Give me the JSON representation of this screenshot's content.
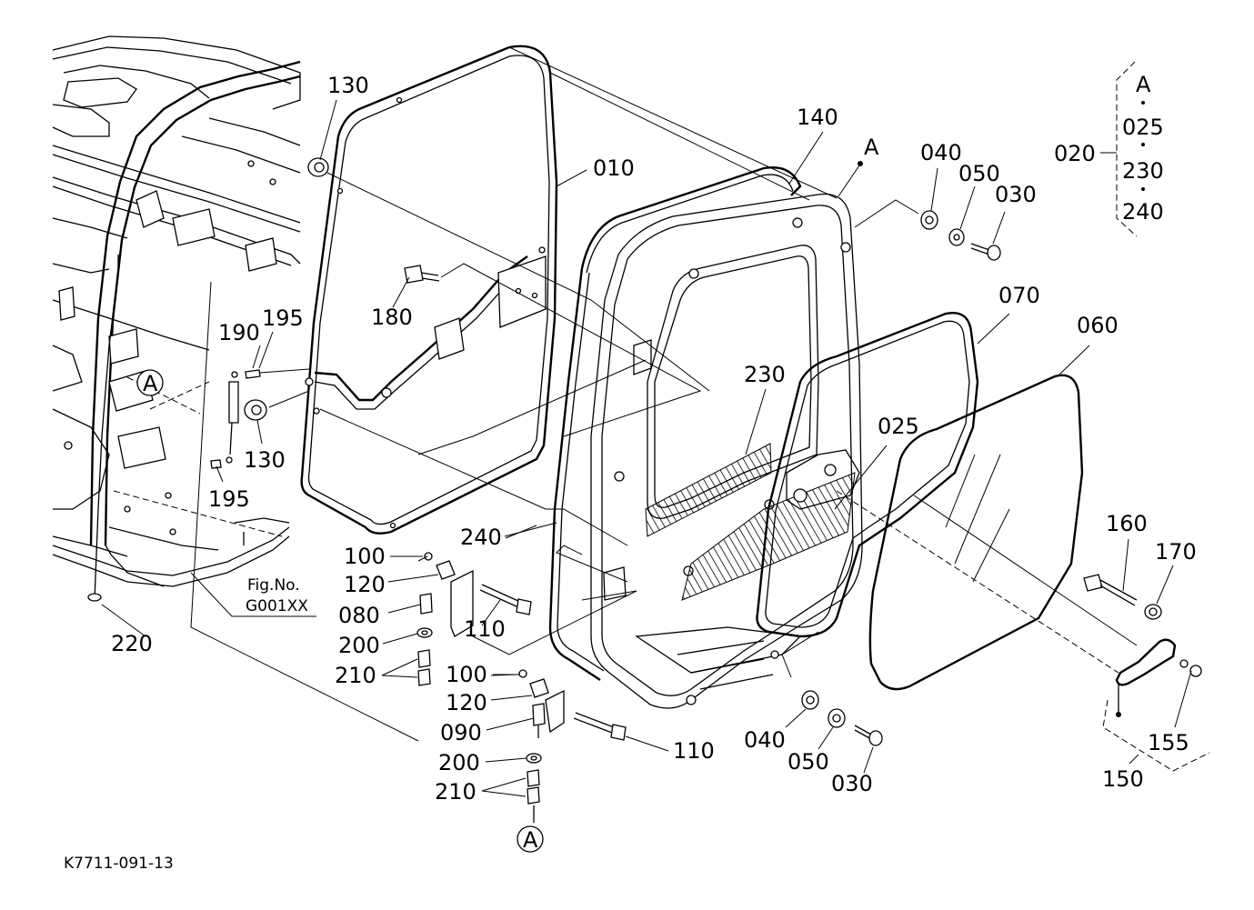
{
  "labels": {
    "p010": "010",
    "p020": "020",
    "p025": "025",
    "p025b": "025",
    "p030a": "030",
    "p030b": "030",
    "p040a": "040",
    "p040b": "040",
    "p050a": "050",
    "p050b": "050",
    "p060": "060",
    "p070": "070",
    "p080": "080",
    "p090": "090",
    "p100a": "100",
    "p100b": "100",
    "p110a": "110",
    "p110b": "110",
    "p120a": "120",
    "p120b": "120",
    "p130a": "130",
    "p130b": "130",
    "p140": "140",
    "p150": "150",
    "p155": "155",
    "p160": "160",
    "p170": "170",
    "p180": "180",
    "p190": "190",
    "p195a": "195",
    "p195b": "195",
    "p200a": "200",
    "p200b": "200",
    "p210a": "210",
    "p210b": "210",
    "p220": "220",
    "p230": "230",
    "p230b": "230",
    "p240": "240",
    "p240b": "240",
    "refA_set": "A",
    "refA_door": "A",
    "refA_circle1": "A",
    "refA_circle2": "A"
  },
  "fig_ref": {
    "line1": "Fig.No.",
    "line2": "G001XX"
  },
  "drawing_code": "K7711-091-13"
}
